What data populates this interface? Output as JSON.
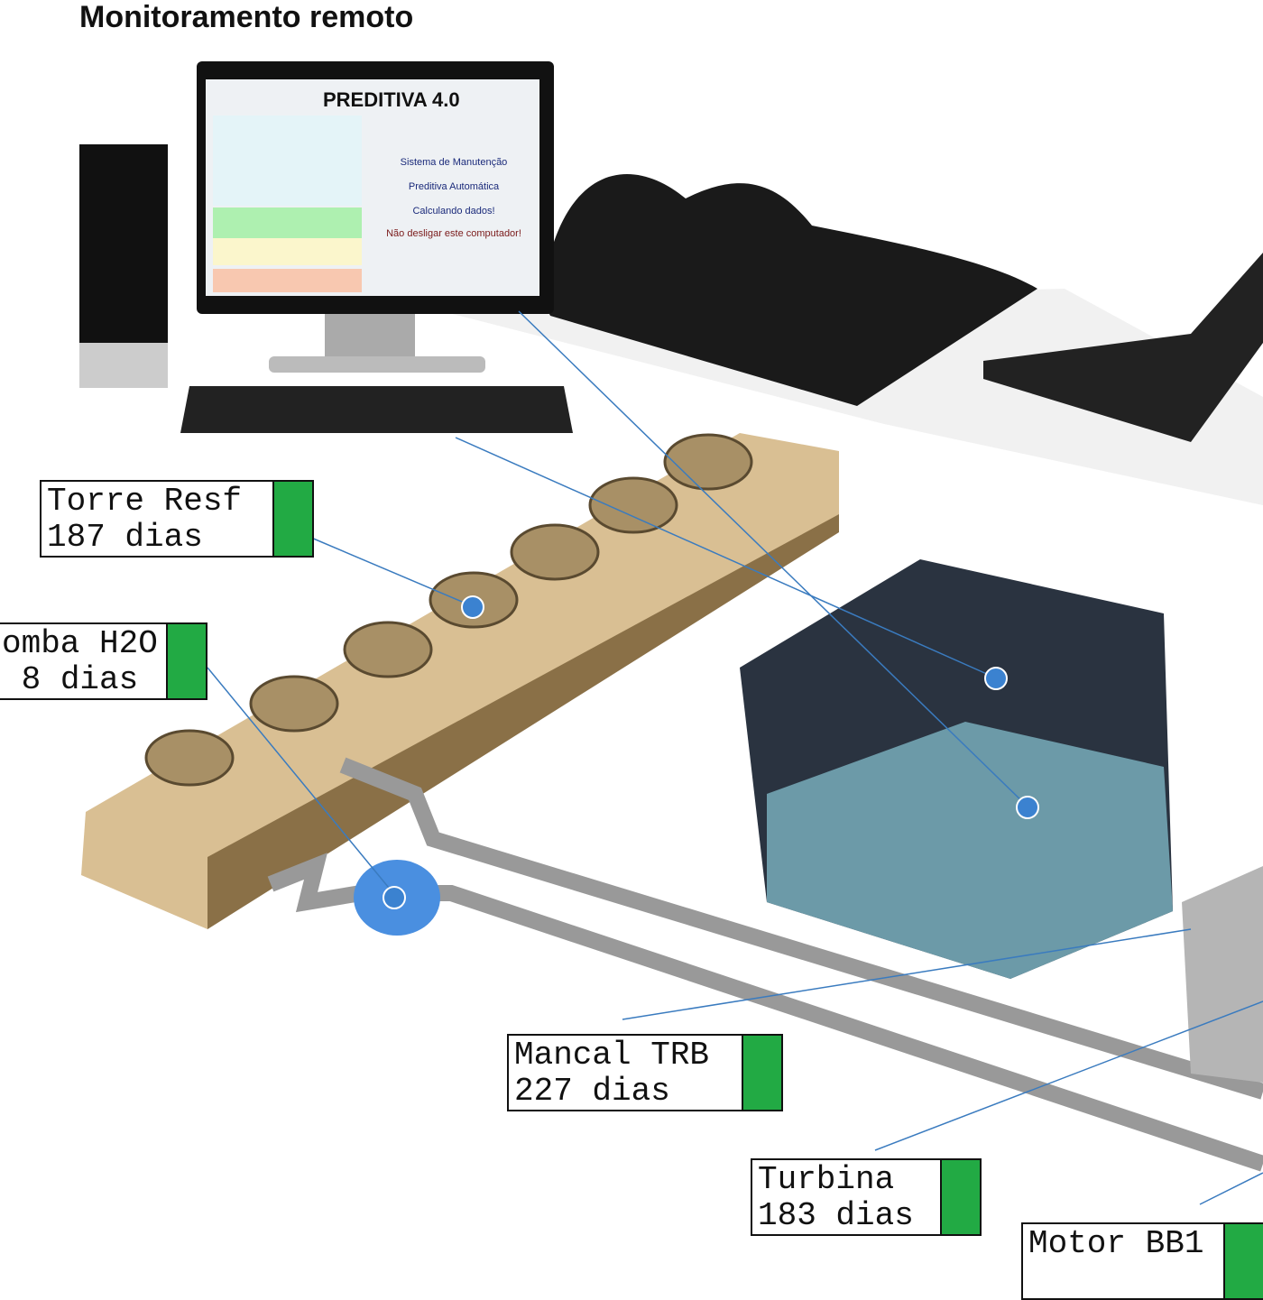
{
  "title": "Monitoramento remoto",
  "screen": {
    "app_title": "PREDITIVA 4.0",
    "messages": [
      "Sistema de Manutenção",
      "Preditiva Automática",
      "Calculando dados!",
      "Não desligar este computador!"
    ]
  },
  "tags": [
    {
      "name": "Torre Resf",
      "value": "187 dias",
      "status": "ok"
    },
    {
      "name": "omba H2O",
      "value": "8 dias",
      "status": "ok"
    },
    {
      "name": "Mancal TRB",
      "value": "227 dias",
      "status": "ok"
    },
    {
      "name": "Turbina",
      "value": "183 dias",
      "status": "ok"
    },
    {
      "name": "Motor BB1",
      "value": "",
      "status": "ok"
    }
  ],
  "colors": {
    "status_ok": "#22aa44",
    "link_line": "#3a7bbf",
    "sensor_dot": "#3b82d0"
  }
}
